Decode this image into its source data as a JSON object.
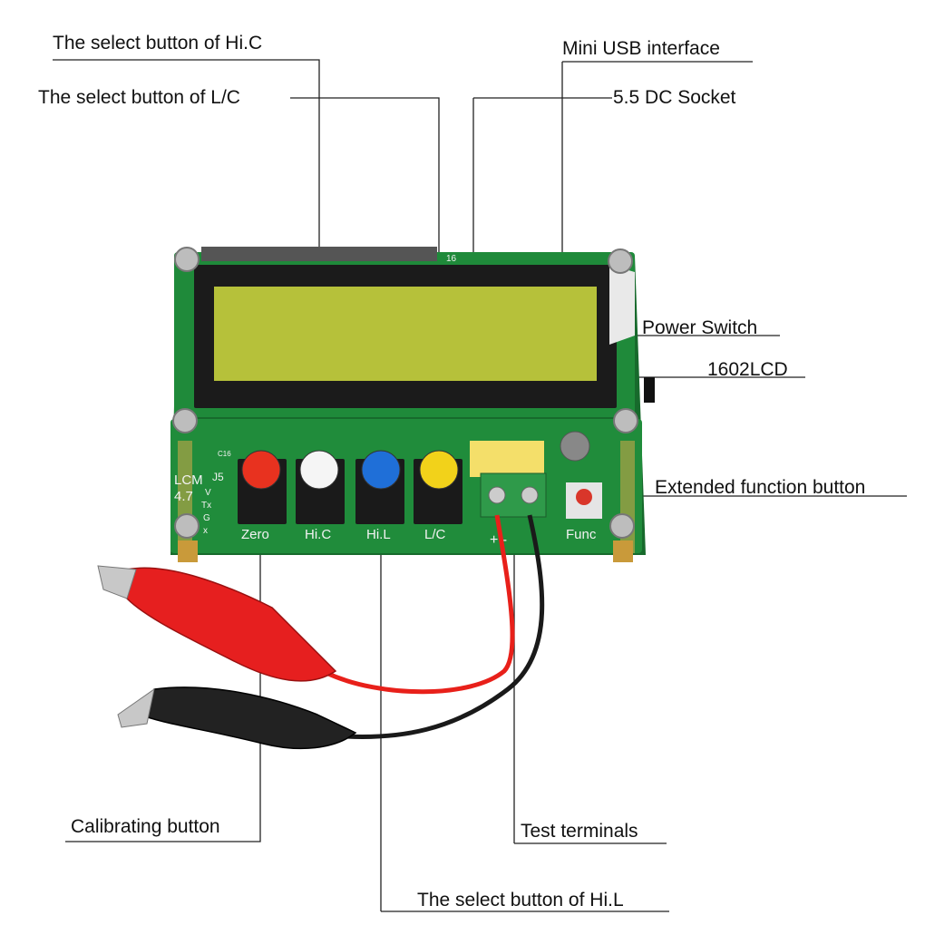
{
  "callouts": {
    "hic_select": "The select button of Hi.C",
    "lc_select": "The select button of L/C",
    "mini_usb": "Mini USB interface",
    "dc_socket": "5.5 DC Socket",
    "power_switch": "Power Switch",
    "lcd": "1602LCD",
    "func_button": "Extended function button",
    "calibrating": "Calibrating button",
    "test_terminals": "Test terminals",
    "hil_select": "The select button of Hi.L"
  },
  "board": {
    "lcm": "LCM",
    "version": "4.7",
    "header": "J5",
    "pins": [
      "V",
      "Tx",
      "G",
      "x"
    ],
    "pin16": "16",
    "buttons": [
      {
        "label": "Zero",
        "color": "#e8321f"
      },
      {
        "label": "Hi.C",
        "color": "#f5f5f5"
      },
      {
        "label": "Hi.L",
        "color": "#1f6fd8"
      },
      {
        "label": "L/C",
        "color": "#f2d21a"
      }
    ],
    "terminal_label": "+ -",
    "func_label": "Func",
    "c16": "C16"
  },
  "colors": {
    "pcb": "#1f8a3a",
    "lcd": "#b6c13a",
    "lead_red": "#e8201a",
    "lead_black": "#1a1a1a",
    "terminal": "#2f9a4a",
    "cap": "#f4df6a"
  }
}
